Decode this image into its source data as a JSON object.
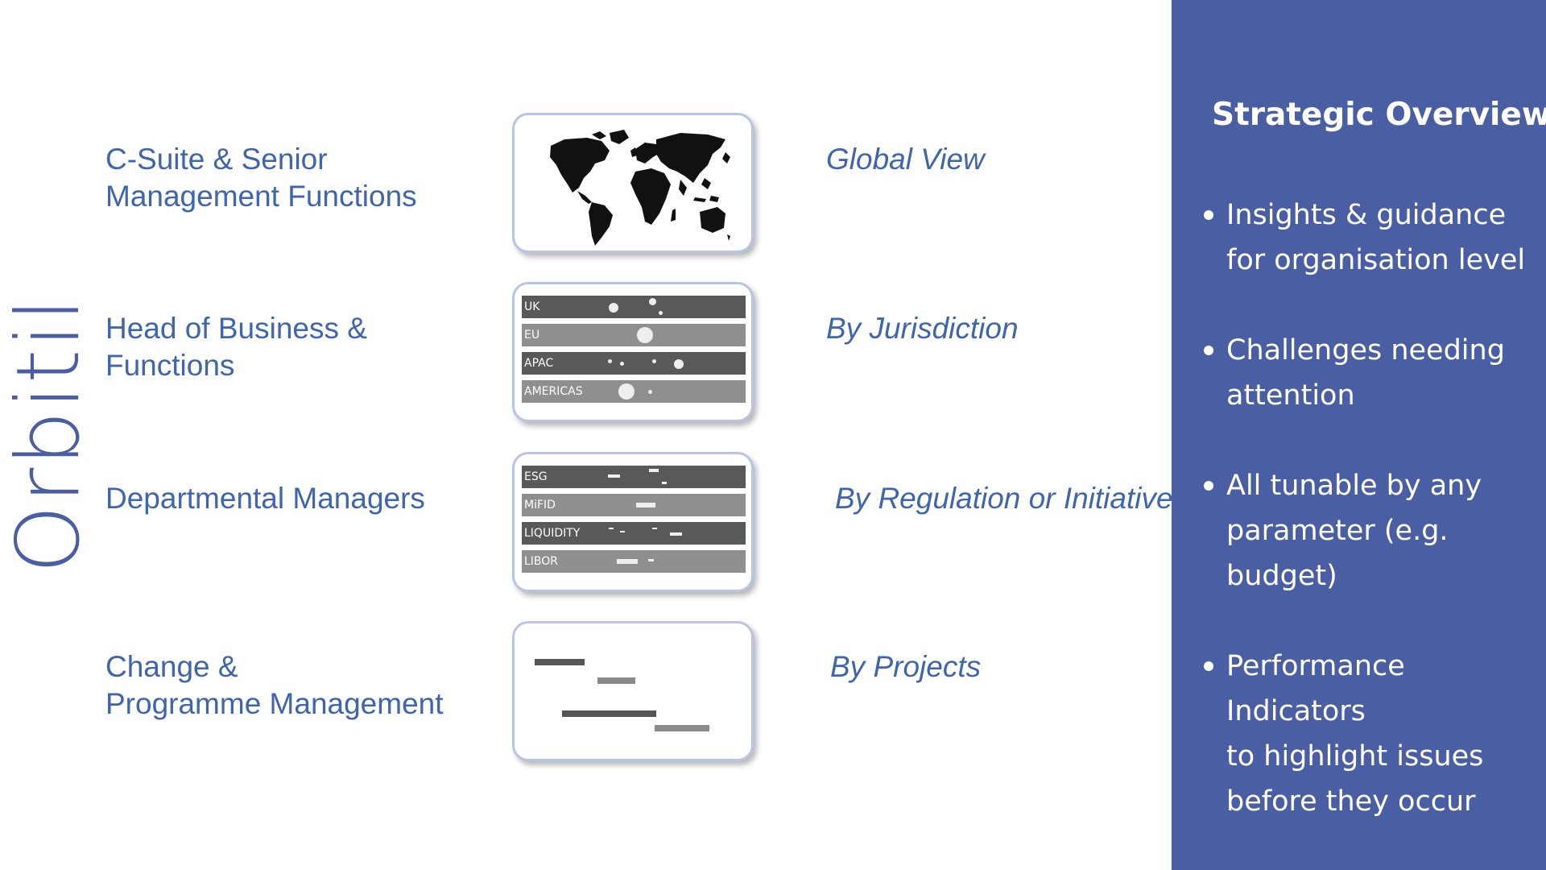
{
  "brand": {
    "logo_text": "Orbitil",
    "color": "#4a5fa3"
  },
  "rows": [
    {
      "audience": [
        "C-Suite & Senior",
        "Management Functions"
      ],
      "view": "Global View",
      "card": {
        "type": "world-map",
        "icon": "world-map-icon"
      }
    },
    {
      "audience": [
        "Head of Business &",
        "Functions"
      ],
      "view": "By Jurisdiction",
      "card": {
        "type": "row-chart",
        "rows": [
          {
            "label": "UK",
            "shade": "dark"
          },
          {
            "label": "EU",
            "shade": "light"
          },
          {
            "label": "APAC",
            "shade": "dark"
          },
          {
            "label": "AMERICAS",
            "shade": "light"
          }
        ]
      }
    },
    {
      "audience": [
        "Departmental Managers"
      ],
      "view": "By Regulation or Initiative",
      "card": {
        "type": "row-chart",
        "rows": [
          {
            "label": "ESG",
            "shade": "dark"
          },
          {
            "label": "MiFID",
            "shade": "light"
          },
          {
            "label": "LIQUIDITY",
            "shade": "dark"
          },
          {
            "label": "LIBOR",
            "shade": "light"
          }
        ]
      }
    },
    {
      "audience": [
        "Change &",
        "Programme Management"
      ],
      "view": "By Projects",
      "card": {
        "type": "gantt"
      }
    }
  ],
  "colors": {
    "text_blue": "#3e65ad",
    "card_border": "#b9c3e6",
    "row_dark": "#595959",
    "row_light": "#8f8f8f"
  },
  "panel": {
    "title": "Strategic Overview",
    "background": "#4a5fa3",
    "bullets": [
      {
        "lines": [
          "Insights & guidance",
          "for organisation level"
        ]
      },
      {
        "lines": [
          "Challenges needing",
          "attention"
        ]
      },
      {
        "lines": [
          "All tunable by any",
          "parameter (e.g.",
          "budget)"
        ]
      },
      {
        "lines": [
          "Performance Indicators",
          "to highlight issues",
          "before they occur"
        ]
      }
    ]
  }
}
